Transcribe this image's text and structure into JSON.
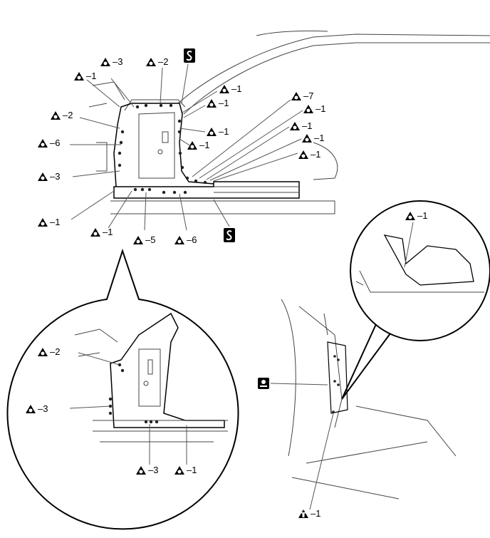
{
  "callouts": {
    "c_a3_top": "–3",
    "c_a2_top": "–2",
    "c_a1_left": "–1",
    "c_a2_left": "–2",
    "c_a6_left": "–6",
    "c_a3_left": "–3",
    "c_a1_bottomleft": "–1",
    "c_a1_bottom": "–1",
    "c_a5_bottom": "–5",
    "c_a6_bottom": "–6",
    "c_r1": "–1",
    "c_r2": "–1",
    "c_r3": "–1",
    "c_r4": "–1",
    "c_r5": "–7",
    "c_r6": "–1",
    "c_r7": "–1",
    "c_r8": "–1",
    "c_r9": "–1",
    "c_detail_top": "–1",
    "c_zoom_a2": "–2",
    "c_zoom_a3": "–3",
    "c_zoom_bottom3": "–3",
    "c_zoom_bottom1": "–1",
    "c_tool_i1": "–1"
  },
  "icons": {
    "weld_symbol": "spot-weld-triangle-icon",
    "sealer_symbol": "sectioning-s-icon",
    "tool_symbol": "spot-welder-icon",
    "inverted_symbol": "mig-plug-weld-icon"
  }
}
